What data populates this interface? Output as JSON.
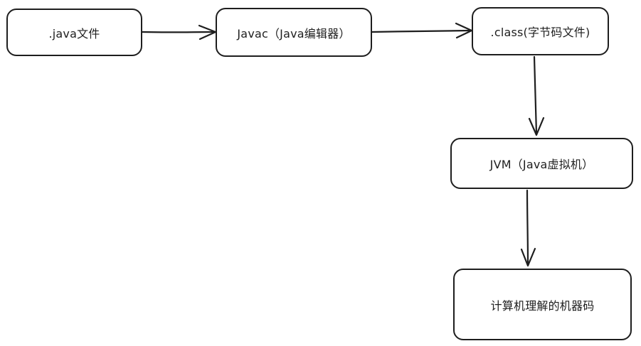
{
  "diagram": {
    "nodes": [
      {
        "id": "java-file",
        "label": ".java文件"
      },
      {
        "id": "javac",
        "label": "Javac（Java编辑器）"
      },
      {
        "id": "class-file",
        "label": ".class(字节码文件)"
      },
      {
        "id": "jvm",
        "label": "JVM（Java虚拟机）"
      },
      {
        "id": "machine-code",
        "label": "计算机理解的机器码"
      }
    ],
    "edges": [
      {
        "from": "java-file",
        "to": "javac"
      },
      {
        "from": "javac",
        "to": "class-file"
      },
      {
        "from": "class-file",
        "to": "jvm"
      },
      {
        "from": "jvm",
        "to": "machine-code"
      }
    ],
    "colors": {
      "stroke": "#1e1e1e",
      "background": "#ffffff"
    }
  }
}
